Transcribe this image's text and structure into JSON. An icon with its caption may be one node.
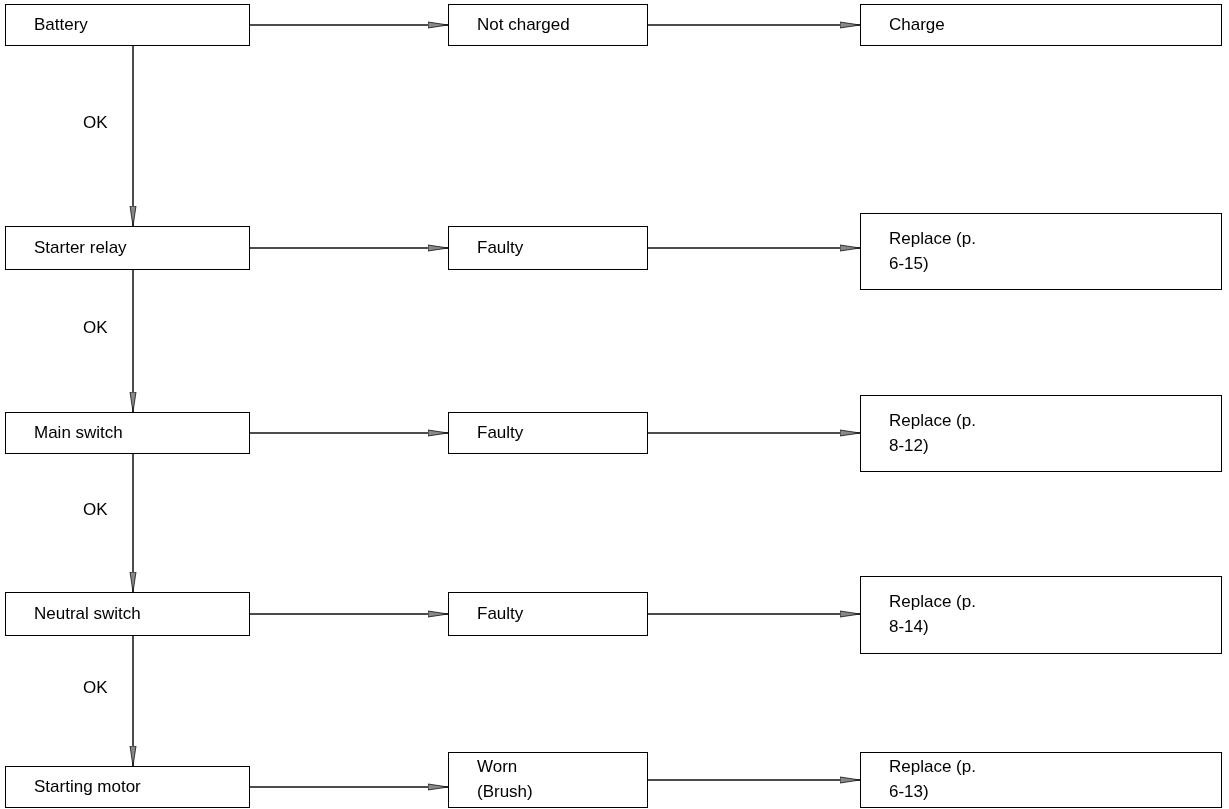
{
  "diagram": {
    "nodes": [
      {
        "text": [
          "Battery"
        ]
      },
      {
        "text": [
          "Not charged"
        ]
      },
      {
        "text": [
          "Charge"
        ]
      },
      {
        "text": [
          "Starter relay"
        ]
      },
      {
        "text": [
          "Faulty"
        ]
      },
      {
        "text": [
          "Replace (p. 6-15)"
        ]
      },
      {
        "text": [
          "Main switch"
        ]
      },
      {
        "text": [
          "Faulty"
        ]
      },
      {
        "text": [
          "Replace (p. 8-12)"
        ]
      },
      {
        "text": [
          "Neutral switch"
        ]
      },
      {
        "text": [
          "Faulty"
        ]
      },
      {
        "text": [
          "Replace (p. 8-14)"
        ]
      },
      {
        "text": [
          "Starting motor"
        ]
      },
      {
        "text": [
          "Worn (Brush)"
        ]
      },
      {
        "text": [
          "Replace (p. 6-13)"
        ]
      }
    ],
    "edges": [
      {
        "from": 0,
        "to": 1,
        "arrow": "to"
      },
      {
        "from": 1,
        "to": 2,
        "arrow": "to"
      },
      {
        "from": 0,
        "to": 3,
        "arrow": "to",
        "label": "OK"
      },
      {
        "from": 3,
        "to": 4,
        "arrow": "to"
      },
      {
        "from": 4,
        "to": 5,
        "arrow": "to"
      },
      {
        "from": 3,
        "to": 6,
        "arrow": "to",
        "label": "OK"
      },
      {
        "from": 6,
        "to": 7,
        "arrow": "to"
      },
      {
        "from": 7,
        "to": 8,
        "arrow": "to"
      },
      {
        "from": 6,
        "to": 9,
        "arrow": "to",
        "label": "OK"
      },
      {
        "from": 9,
        "to": 10,
        "arrow": "to"
      },
      {
        "from": 10,
        "to": 11,
        "arrow": "to"
      },
      {
        "from": 9,
        "to": 12,
        "arrow": "to",
        "label": "OK"
      },
      {
        "from": 12,
        "to": 13,
        "arrow": "to"
      },
      {
        "from": 13,
        "to": 14,
        "arrow": "to"
      }
    ]
  }
}
